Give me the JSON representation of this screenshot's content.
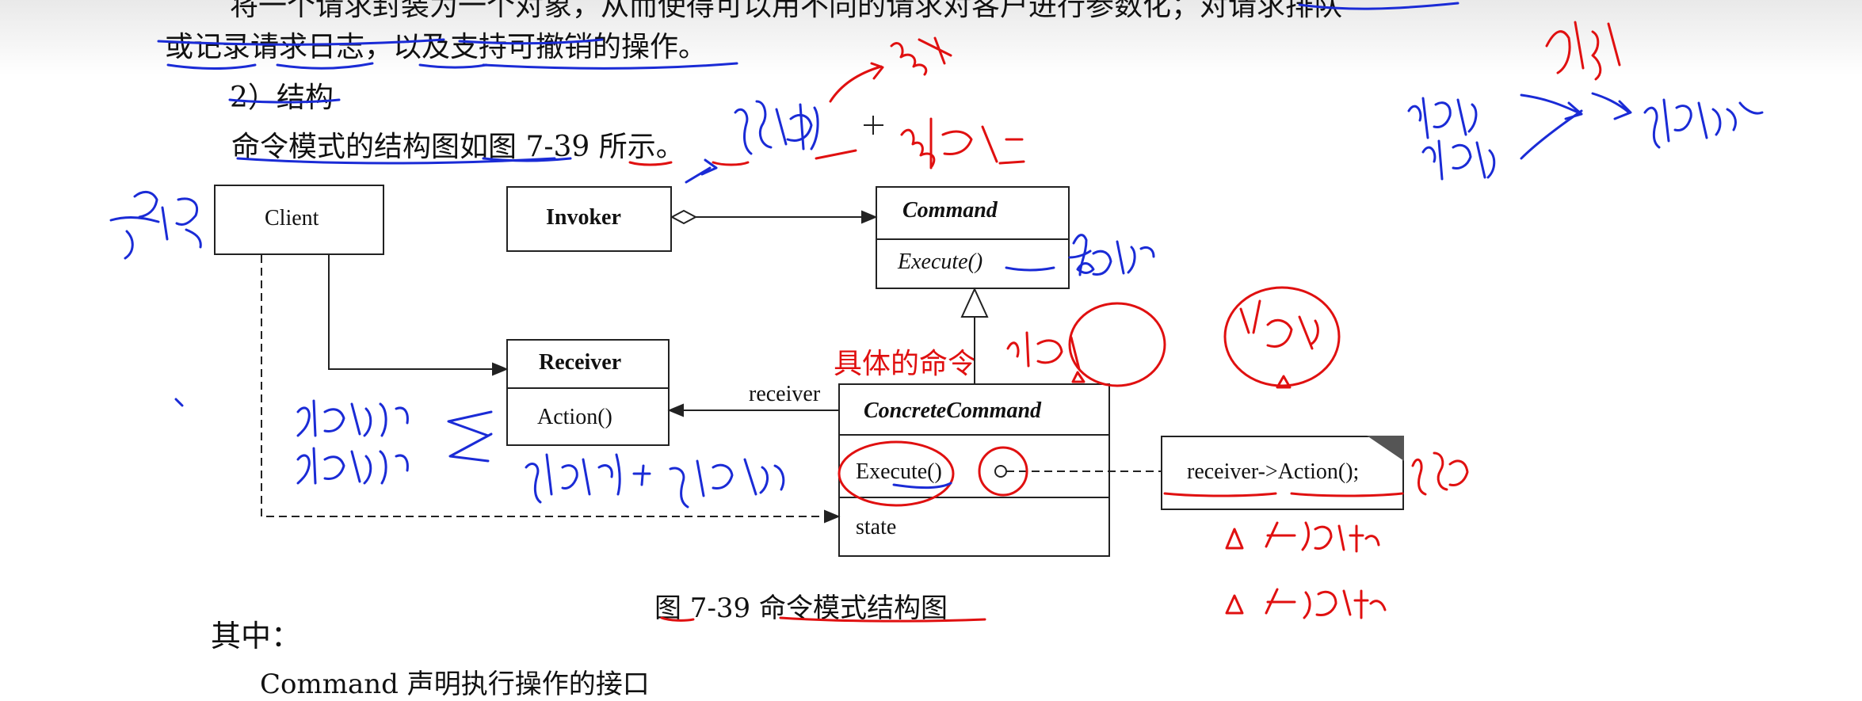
{
  "text": {
    "line_top": "将一个请求封装为一个对象，从而使得可以用不同的请求对客户进行参数化；对请求排队",
    "line_1": "或记录请求日志，以及支持可撤销的操作。",
    "section_heading": "2）结构",
    "intro": "命令模式的结构图如图 7-39 所示。",
    "caption": "图 7-39   命令模式结构图",
    "where": "其中：",
    "bottom_partial": "Command 声明执行操作的接口"
  },
  "diagram": {
    "client": "Client",
    "invoker": "Invoker",
    "command": "Command",
    "command_op": "Execute()",
    "receiver": "Receiver",
    "receiver_op": "Action()",
    "receiver_assoc": "receiver",
    "concrete": "ConcreteCommand",
    "concrete_op": "Execute()",
    "concrete_attr": "state",
    "note": "receiver->Action();",
    "typed_annotation": "具体的命令"
  },
  "colors": {
    "ink": "#111111",
    "pen_blue": "#1a2bd6",
    "pen_red": "#e01010"
  }
}
